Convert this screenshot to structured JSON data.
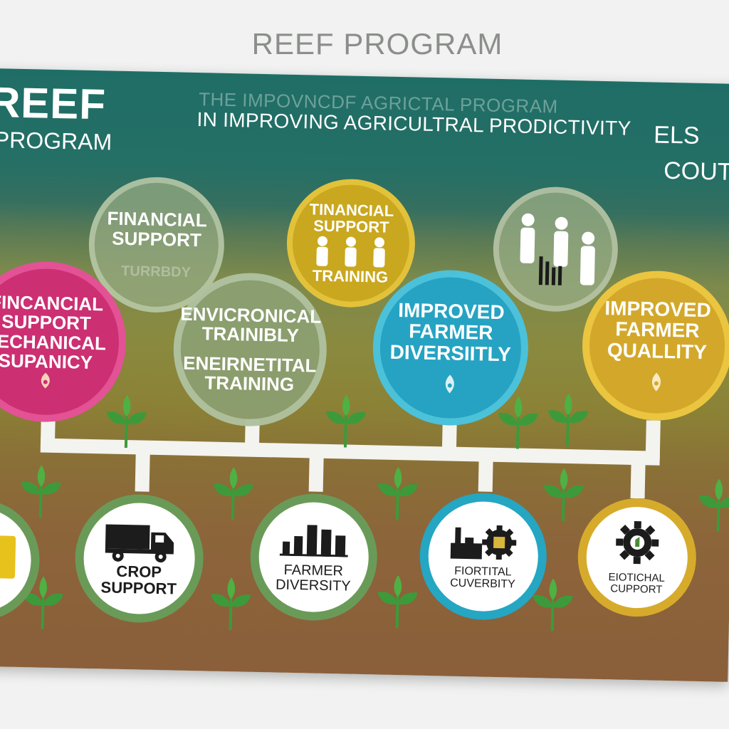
{
  "page_title": "REEF PROGRAM",
  "board": {
    "logo_big": "REEF",
    "logo_small": "PROGRAM",
    "ghost_title": "THE IMPOVNCDF AGRICTAL PROGRAM",
    "subtitle": "IN IMPROVING AGRICULTRAL PRODICTIVITY",
    "corner_text_1": "ELS",
    "corner_text_2": "COUT"
  },
  "top_circles": {
    "financial_support": {
      "line1": "FINANCIAL",
      "line2": "SUPPORT",
      "faint": "TURRBDY"
    },
    "tinancial_training": {
      "line1": "TINANCIAL",
      "line2": "SUPPORT",
      "line3": "TRAINING",
      "icon": "people-icon"
    },
    "people": {
      "icon": "people-bar-chart-icon"
    },
    "pink": {
      "line1": "FINCANCIAL",
      "line2": "SUPPORT",
      "line3": "TECHANICAL",
      "line4": "SUPANICY",
      "color": "#cc2f72"
    },
    "environmental": {
      "line1": "ENVICRONICAL",
      "line2": "TRAINIBLY",
      "line3": "ENEIRNETITAL",
      "line4": "TRAINING"
    },
    "blue": {
      "line1": "IMPROVED",
      "line2": "FARMER",
      "line3": "DIVERSIITLY",
      "color": "#26a3c2"
    },
    "gold": {
      "line1": "IMPROVED",
      "line2": "FARMER",
      "line3": "QUALLITY",
      "color": "#d3a82a"
    }
  },
  "bottom_circles": {
    "crop": {
      "line1": "CROP",
      "line2": "SUPPORT",
      "icon": "truck-icon"
    },
    "farmer": {
      "line1": "FARMER",
      "line2": "DIVERSITY",
      "icon": "bar-chart-icon"
    },
    "cube": {
      "line1": "FIORTITAL",
      "line2": "CUVERBITY",
      "icon": "factory-gear-icon"
    },
    "gear": {
      "line1": "EIOTICHAL",
      "line2": "CUPPORT",
      "icon": "gear-icon"
    }
  }
}
